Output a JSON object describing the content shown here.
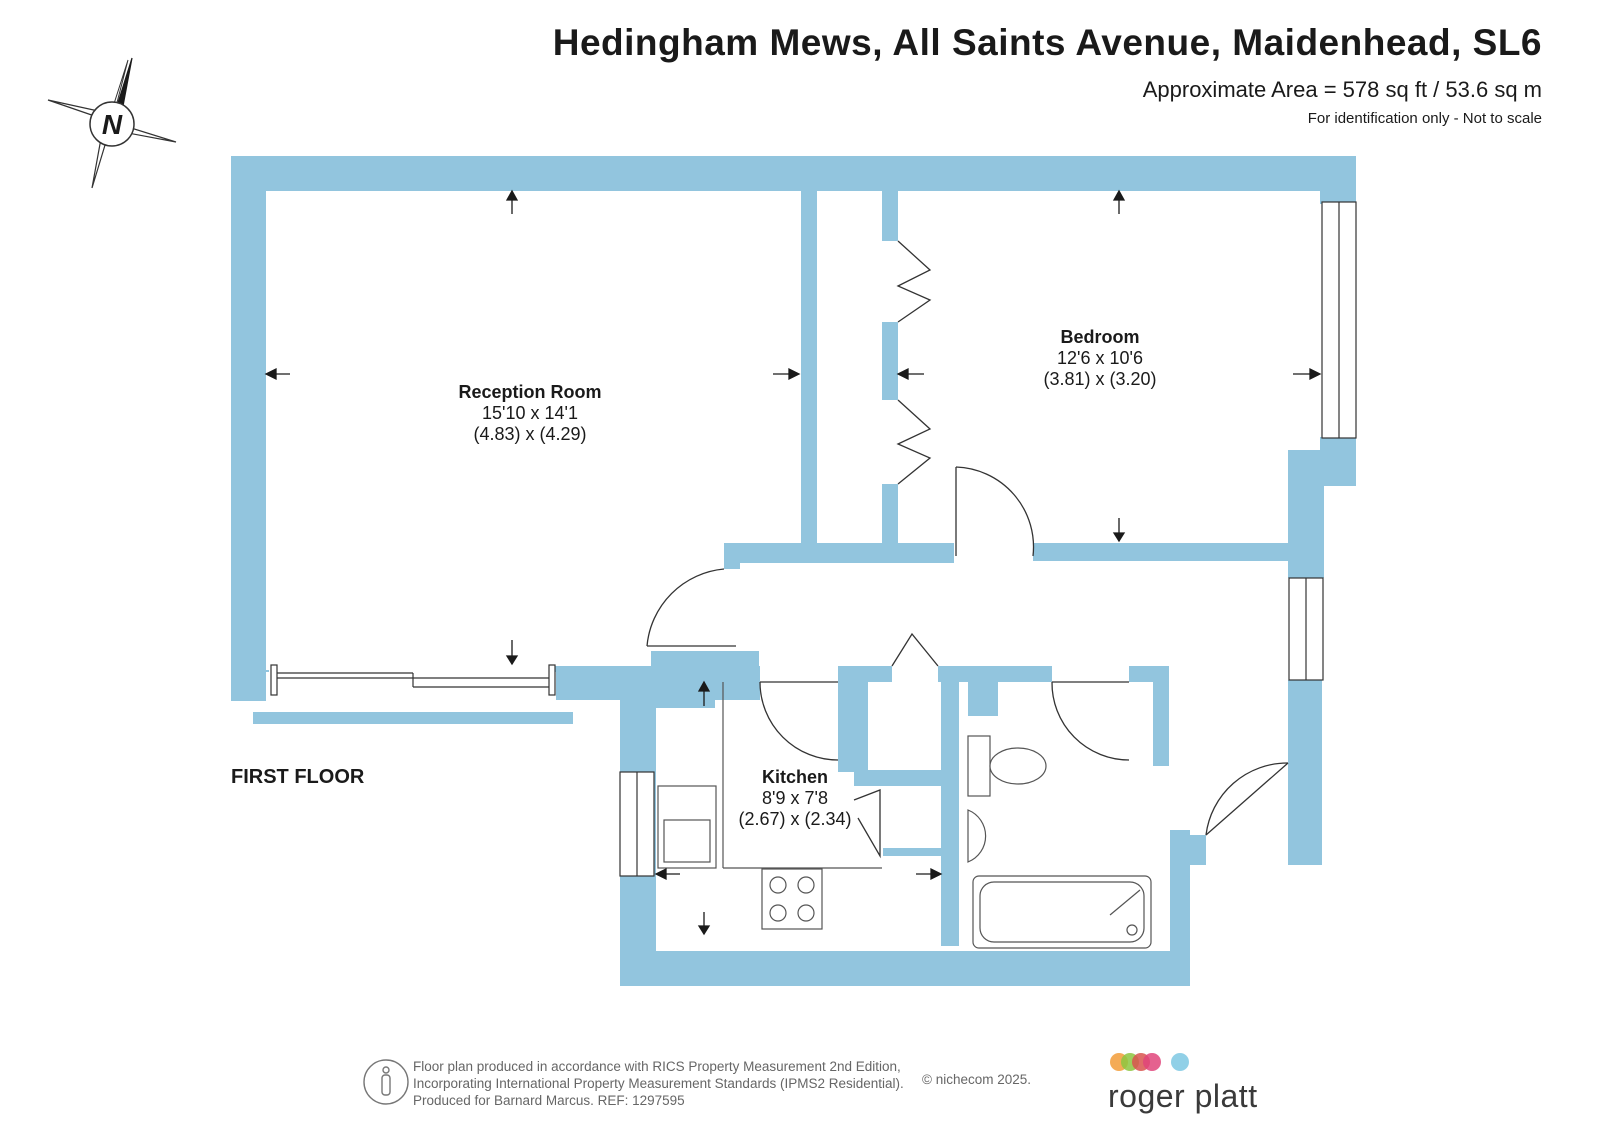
{
  "header": {
    "title": "Hedingham Mews, All Saints Avenue, Maidenhead, SL6",
    "area": "Approximate Area = 578 sq ft / 53.6 sq m",
    "note": "For identification only - Not to scale"
  },
  "compass": {
    "letter": "N"
  },
  "floor_label": "FIRST FLOOR",
  "rooms": [
    {
      "name": "Reception Room",
      "imperial": "15'10 x 14'1",
      "metric": "(4.83) x (4.29)"
    },
    {
      "name": "Bedroom",
      "imperial": "12'6 x 10'6",
      "metric": "(3.81) x (3.20)"
    },
    {
      "name": "Kitchen",
      "imperial": "8'9 x 7'8",
      "metric": "(2.67) x (2.34)"
    }
  ],
  "footer": {
    "line1": "Floor plan produced in accordance with RICS Property Measurement 2nd Edition,",
    "line2": "Incorporating International Property Measurement Standards (IPMS2 Residential).",
    "line3": "Produced for Barnard Marcus.   REF:  1297595",
    "copyright": "© nichecom 2025."
  },
  "brand": {
    "name": "roger platt",
    "dot_colors": [
      "#f29c38",
      "#8dc63f",
      "#d9534f",
      "#e0457b",
      "#7ec8e3"
    ]
  },
  "colors": {
    "wall": "#92c5de",
    "line": "#333333"
  }
}
